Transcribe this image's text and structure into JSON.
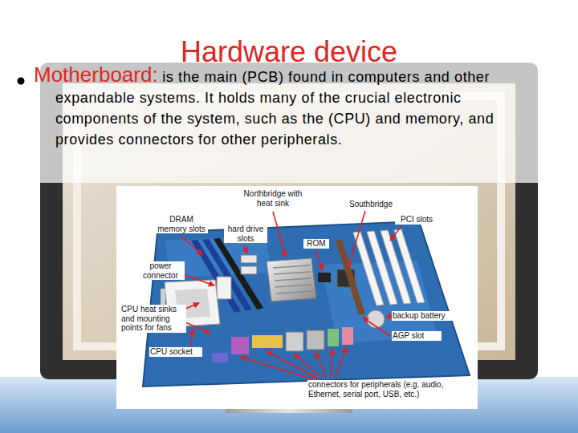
{
  "diagram": {
    "title": "Hardware device",
    "labels": [
      "Motherboard:",
      "is the main (PCB) found in computers and other expandable systems. It holds many of the crucial electronic components of the system, such as the (CPU) and memory, and provides connectors for other peripherals.",
      "Northbridge with heat sink",
      "Southbridge",
      "DRAM memory slots",
      "PCI slots",
      "hard drive slots",
      "ROM",
      "power connector",
      "CPU heat sinks and mounting points for fans",
      "backup battery",
      "AGP slot",
      "CPU socket",
      "connectors for peripherals (e.g. audio, Ethernet, serial port, USB, etc.)"
    ]
  }
}
